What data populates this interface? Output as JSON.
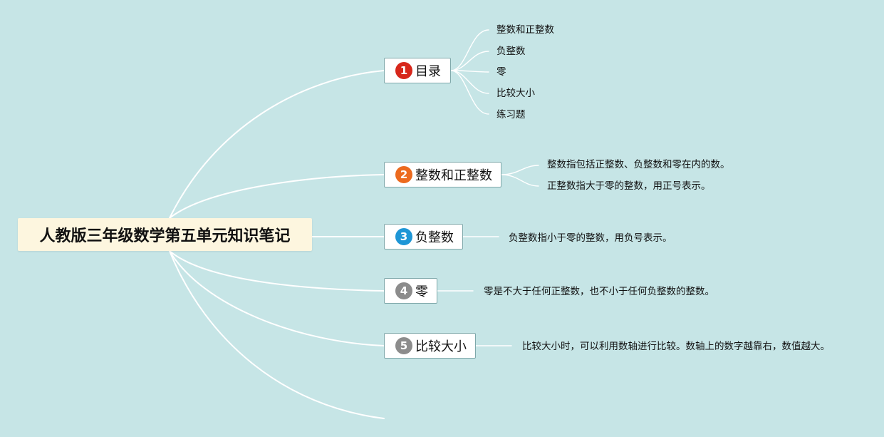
{
  "root": {
    "title": "人教版三年级数学第五单元知识笔记"
  },
  "branches": [
    {
      "num": "1",
      "color": "#d7271b",
      "label": "目录",
      "children": [
        "整数和正整数",
        "负整数",
        "零",
        "比较大小",
        "练习题"
      ]
    },
    {
      "num": "2",
      "color": "#ec6a1e",
      "label": "整数和正整数",
      "children": [
        "整数指包括正整数、负整数和零在内的数。",
        "正整数指大于零的整数，用正号表示。"
      ]
    },
    {
      "num": "3",
      "color": "#1e96d6",
      "label": "负整数",
      "children": [
        "负整数指小于零的整数，用负号表示。"
      ]
    },
    {
      "num": "4",
      "color": "#8c8c8c",
      "label": "零",
      "children": [
        "零是不大于任何正整数，也不小于任何负整数的整数。"
      ]
    },
    {
      "num": "5",
      "color": "#8c8c8c",
      "label": "比较大小",
      "children": [
        "比较大小时，可以利用数轴进行比较。数轴上的数字越靠右，数值越大。"
      ]
    }
  ]
}
